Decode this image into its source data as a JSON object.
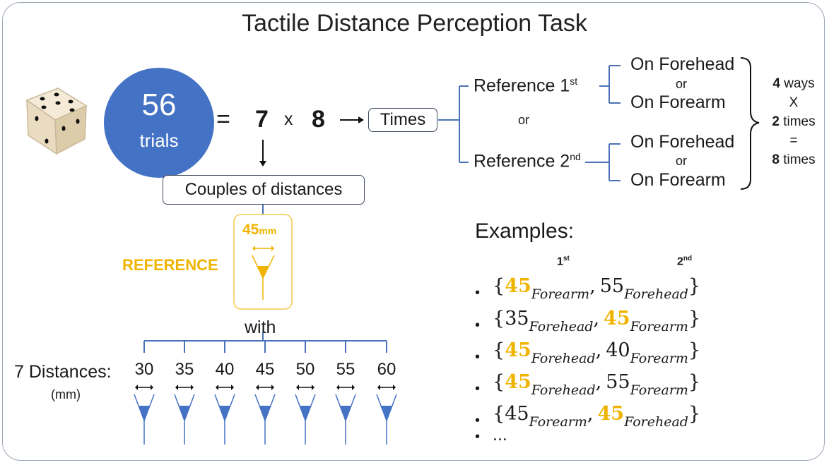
{
  "title": "Tactile Distance Perception Task",
  "trials": {
    "number": "56",
    "label": "trials"
  },
  "equation": {
    "equals": "=",
    "a": "7",
    "times": "x",
    "b": "8"
  },
  "times_box": "Times",
  "couples_box": "Couples of distances",
  "reference": {
    "value": "45",
    "unit": "mm",
    "label": "REFERENCE"
  },
  "with_label": "with",
  "distances": {
    "label": "7 Distances:",
    "unit": "(mm)",
    "values": [
      "30",
      "35",
      "40",
      "45",
      "50",
      "55",
      "60"
    ]
  },
  "orders": [
    {
      "text": "Reference 1",
      "sup": "st",
      "options": [
        "On Forehead",
        "or",
        "On Forearm"
      ]
    },
    {
      "text": "Reference 2",
      "sup": "nd",
      "options": [
        "On Forehead",
        "or",
        "On Forearm"
      ]
    }
  ],
  "orders_or": "or",
  "ways": {
    "w_num": "4",
    "w_text": "ways",
    "x": "X",
    "t_num": "2",
    "t_text": "times",
    "eq": "=",
    "r_num": "8",
    "r_text": "times"
  },
  "examples": {
    "title": "Examples:",
    "col1": {
      "text": "1",
      "sup": "st"
    },
    "col2": {
      "text": "2",
      "sup": "nd"
    },
    "bullet": "•",
    "items": [
      {
        "open": "{",
        "v1": "45",
        "s1": "Forearm",
        "comma": ",",
        "v2": "55",
        "s2": "Forehead",
        "close": "}"
      },
      {
        "open": "{",
        "v1": "35",
        "s1": "Forehead",
        "comma": ",",
        "v2": "45",
        "s2": "Forearm",
        "close": "}"
      },
      {
        "open": "{",
        "v1": "45",
        "s1": "Forehead",
        "comma": ",",
        "v2": "40",
        "s2": "Forearm",
        "close": "}"
      },
      {
        "open": "{",
        "v1": "45",
        "s1": "Forehead",
        "comma": ",",
        "v2": "55",
        "s2": "Forearm",
        "close": "}"
      },
      {
        "open": "{",
        "v1": "45",
        "s1": "Forearm",
        "comma": ",",
        "v2": "45",
        "s2": "Forehead",
        "close": "}"
      }
    ],
    "ellipsis": "..."
  },
  "colors": {
    "blue": "#4472c4",
    "orange": "#f0b400",
    "line": "#4a72b8",
    "dark": "#1a1a1a"
  },
  "icons": {
    "dice": "dice-icon",
    "arrow": "arrow-right-icon",
    "caliper": "caliper-icon"
  }
}
